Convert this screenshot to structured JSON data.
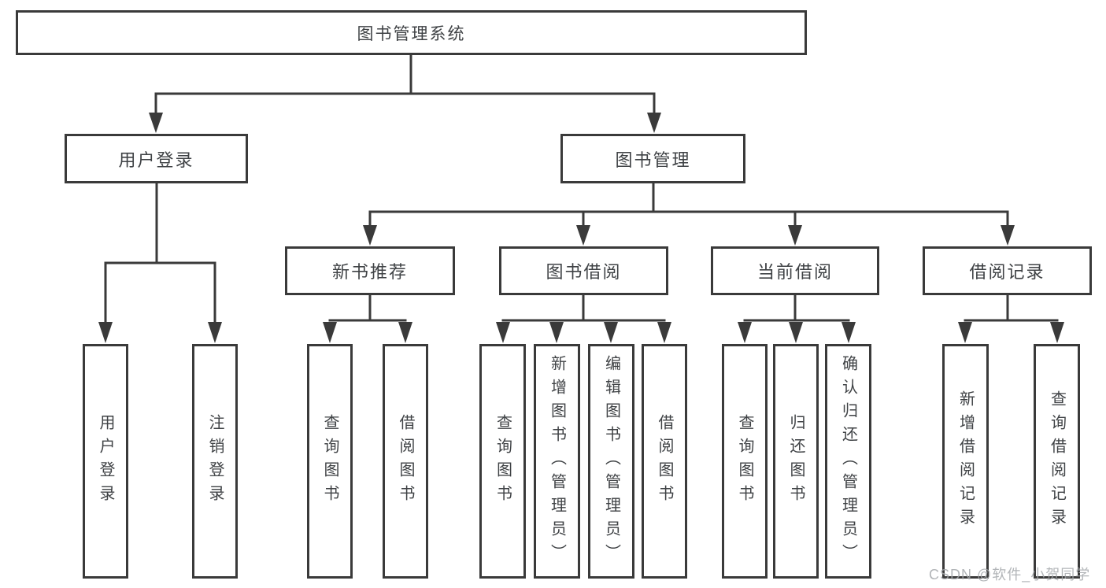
{
  "diagram": {
    "root": {
      "label": "图书管理系统"
    },
    "level2": {
      "user_login": {
        "label": "用户登录",
        "children": [
          "用户登录",
          "注销登录"
        ]
      },
      "book_mgmt": {
        "label": "图书管理"
      }
    },
    "level3": {
      "new_books": {
        "label": "新书推荐",
        "children": [
          "查询图书",
          "借阅图书"
        ]
      },
      "book_borrow": {
        "label": "图书借阅",
        "children": [
          "查询图书",
          "新增图书（管理员）",
          "编辑图书（管理员）",
          "借阅图书"
        ]
      },
      "current_borrow": {
        "label": "当前借阅",
        "children": [
          "查询图书",
          "归还图书",
          "确认归还（管理员）"
        ]
      },
      "borrow_records": {
        "label": "借阅记录",
        "children": [
          "新增借阅记录",
          "查询借阅记录"
        ]
      }
    },
    "watermark": "CSDN @软件_小贺同学",
    "colors": {
      "line": "#3a3a3a",
      "text": "#3f4245",
      "background": "#ffffff",
      "watermark": "#a5a8ac"
    }
  }
}
